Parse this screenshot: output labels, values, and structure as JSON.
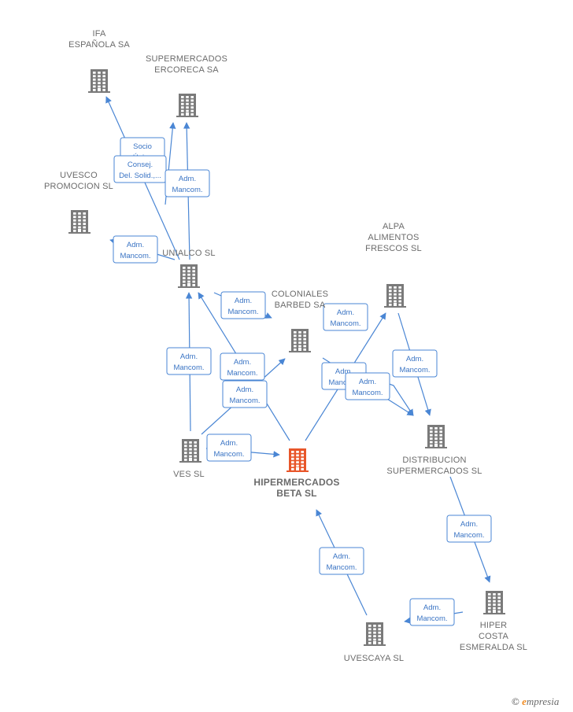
{
  "colors": {
    "node": "#7a7a7a",
    "main_node": "#e8562a",
    "edge": "#4a86d4",
    "edge_text": "#3a74c4"
  },
  "nodes": [
    {
      "id": "ifa",
      "label": [
        "IFA",
        "ESPAÑOLA SA"
      ],
      "icon": "building-icon"
    },
    {
      "id": "ercoreca",
      "label": [
        "SUPERMERCADOS",
        "ERCORECA SA"
      ],
      "icon": "building-icon"
    },
    {
      "id": "uvesco",
      "label": [
        "UVESCO",
        "PROMOCION SL"
      ],
      "icon": "building-icon"
    },
    {
      "id": "unialco",
      "label": [
        "UNIALCO SL"
      ],
      "icon": "building-icon"
    },
    {
      "id": "alpa",
      "label": [
        "ALPA",
        "ALIMENTOS",
        "FRESCOS SL"
      ],
      "icon": "building-icon"
    },
    {
      "id": "coloniales",
      "label": [
        "COLONIALES",
        "BARBED SA"
      ],
      "icon": "building-icon"
    },
    {
      "id": "ves",
      "label": [
        "VES SL"
      ],
      "icon": "building-icon"
    },
    {
      "id": "hiper",
      "label": [
        "HIPERMERCADOS",
        "BETA SL"
      ],
      "icon": "building-icon",
      "main": true
    },
    {
      "id": "distribucion",
      "label": [
        "DISTRIBUCION",
        "SUPERMERCADOS SL"
      ],
      "icon": "building-icon"
    },
    {
      "id": "hipercosta",
      "label": [
        "HIPER",
        "COSTA",
        "ESMERALDA SL"
      ],
      "icon": "building-icon"
    },
    {
      "id": "uvescaya",
      "label": [
        "UVESCAYA SL"
      ],
      "icon": "building-icon"
    }
  ],
  "edges": [
    {
      "id": "unialco-ifa",
      "label": [
        "Socio",
        "Único"
      ]
    },
    {
      "id": "unialco-ercoreca-1",
      "label": [
        "Consej.",
        "Del. Solid.,..."
      ]
    },
    {
      "id": "unialco-ercoreca-2",
      "label": [
        "Adm.",
        "Mancom."
      ]
    },
    {
      "id": "unialco-uvesco",
      "label": [
        "Adm.",
        "Mancom."
      ]
    },
    {
      "id": "unialco-coloniales",
      "label": [
        "Adm.",
        "Mancom."
      ]
    },
    {
      "id": "ves-unialco",
      "label": [
        "Adm.",
        "Mancom."
      ]
    },
    {
      "id": "hiper-unialco",
      "label": [
        "Adm.",
        "Mancom."
      ]
    },
    {
      "id": "ves-coloniales",
      "label": [
        "Adm.",
        "Mancom."
      ]
    },
    {
      "id": "ves-hiper",
      "label": [
        "Adm.",
        "Mancom."
      ]
    },
    {
      "id": "hiper-alpa",
      "label": [
        "Adm.",
        "Mancom."
      ]
    },
    {
      "id": "coloniales-distribucion-1",
      "label": [
        "Adm.",
        "Mancom."
      ]
    },
    {
      "id": "coloniales-distribucion-2",
      "label": [
        "Adm.",
        "Mancom."
      ]
    },
    {
      "id": "alpa-distribucion",
      "label": [
        "Adm.",
        "Mancom."
      ]
    },
    {
      "id": "distribucion-hipercosta",
      "label": [
        "Adm.",
        "Mancom."
      ]
    },
    {
      "id": "hipercosta-uvescaya",
      "label": [
        "Adm.",
        "Mancom."
      ]
    },
    {
      "id": "uvescaya-hiper",
      "label": [
        "Adm.",
        "Mancom."
      ]
    }
  ],
  "watermark": {
    "symbol": "©",
    "brand_initial": "e",
    "brand_rest": "mpresia"
  }
}
